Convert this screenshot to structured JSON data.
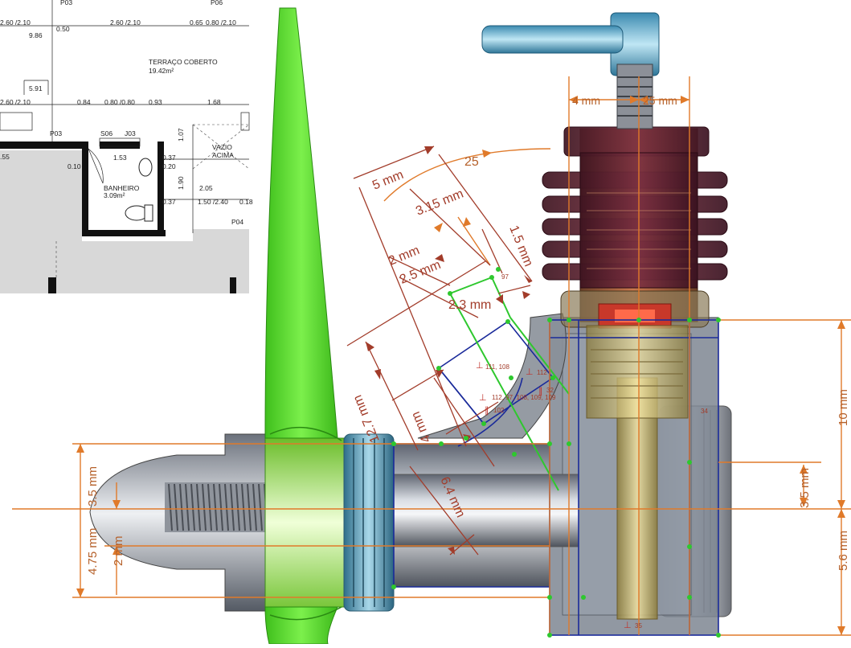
{
  "floorplan": {
    "labels": {
      "p03_top": "P03",
      "p06": "P06",
      "d_260_210_a": "2.60 /2.10",
      "d_986": "9.86",
      "d_050": "0.50",
      "d_260_210_b": "2.60 /2.10",
      "d_065": "0.65",
      "d_080_210": "0.80 /2.10",
      "room_terraco": "TERRAÇO COBERTO",
      "area_terraco": "19.42m²",
      "d_591": "5.91",
      "d_260_210_c": "2.60 /2.10",
      "d_084": "0.84",
      "d_080_080": "0.80 /0.80",
      "d_093": "0.93",
      "d_168": "1.68",
      "p03": "P03",
      "s06": "S06",
      "j03": "J03",
      "d_153": "1.53",
      "d_107": "1.07",
      "d_vazio": "VAZIO",
      "d_acima": "ACIMA",
      "d_55": ".55",
      "d_010": "0.10",
      "d_037a": "0.37",
      "d_020": "0.20",
      "room_banheiro": "BANHEIRO",
      "area_banheiro": "3.09m²",
      "d_190": "1.90",
      "d_205": "2.05",
      "d_037b": "0.37",
      "d_150_240": "1.50 /2.40",
      "d_018": "0.18",
      "p04": "P04"
    }
  },
  "cad": {
    "dims": {
      "d_4mm_top": "4 mm",
      "d_25mm_top": "25 mm",
      "d_25_angle": "25",
      "d_5mm": "5 mm",
      "d_315mm": "3.15 mm",
      "d_15mm": "1.5 mm",
      "d_2mm_a": "2 mm",
      "d_25mm_b": "2.5 mm",
      "d_23mm": "2.3 mm",
      "d_127mm": "12.7 mm",
      "d_4mm_b": "4 mm",
      "d_64mm": "6.4 mm",
      "d_10mm": "10 mm",
      "d_35mm_r": "3.5 mm",
      "d_56mm": "5.6 mm",
      "d_35mm_l": "3.5 mm",
      "d_475mm": "4.75 mm",
      "d_2mm_l": "2 mm"
    },
    "constraints": {
      "c97": "97",
      "c111_108": "111, 108",
      "c112_a": "112",
      "c112_list": "112, 97, 108, 109, 109",
      "c102": "102",
      "c32": "32",
      "c34": "34",
      "c35": "35"
    },
    "colors": {
      "propeller": "#5fe02a",
      "dimension_orange": "#e07a2a",
      "dimension_red": "#a23c2a",
      "sketch_blue": "#1a2a9a",
      "sketch_green": "#2ec82e",
      "cylinder_head": "#6a2030"
    }
  }
}
